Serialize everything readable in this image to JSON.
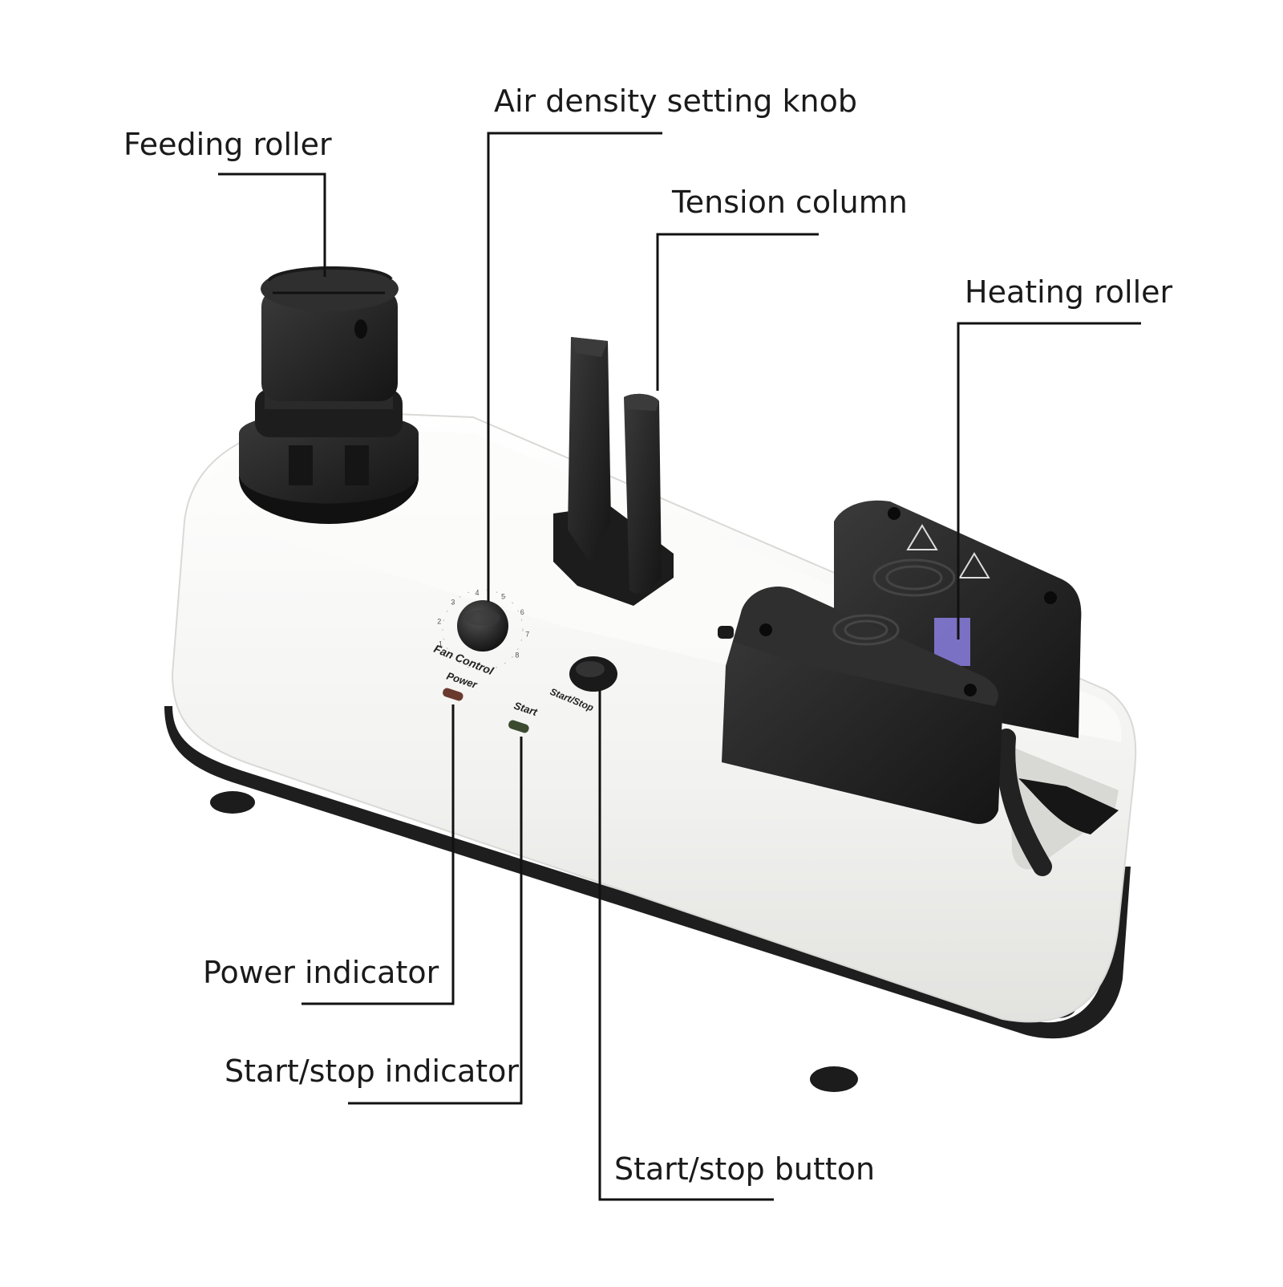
{
  "labels": {
    "feeding_roller": "Feeding roller",
    "air_density_knob": "Air density setting knob",
    "tension_column": "Tension column",
    "heating_roller": "Heating roller",
    "power_indicator": "Power indicator",
    "start_stop_indicator": "Start/stop indicator",
    "start_stop_button": "Start/stop button"
  },
  "panel": {
    "fan_control": "Fan Control",
    "power": "Power",
    "start": "Start",
    "start_stop": "Start/Stop",
    "dial_numbers": [
      "1",
      "2",
      "3",
      "4",
      "5",
      "6",
      "7",
      "8"
    ]
  },
  "colors": {
    "body": "#f4f4f2",
    "plastic": "#2b2b2b",
    "leader_line": "#111111",
    "power_led": "#6b3a2e",
    "start_led": "#3c4a2f",
    "heating_glow": "#8a7ee0"
  }
}
